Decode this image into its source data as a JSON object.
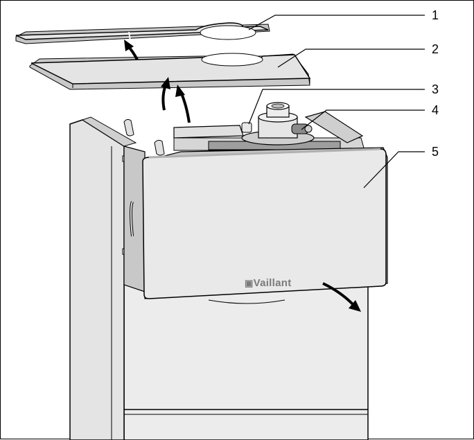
{
  "callouts": [
    {
      "number": "1",
      "part": "top cover trim"
    },
    {
      "number": "2",
      "part": "top cover panel"
    },
    {
      "number": "3",
      "part": "flue connection"
    },
    {
      "number": "4",
      "part": "flue fixing"
    },
    {
      "number": "5",
      "part": "front casing"
    }
  ],
  "brand_logo_text": "Vaillant",
  "colors": {
    "light_grey": "#e8e8e8",
    "mid_grey": "#d4d4d4",
    "dark_grey": "#9a9a9a",
    "outline": "#000000",
    "arrow": "#000000"
  }
}
